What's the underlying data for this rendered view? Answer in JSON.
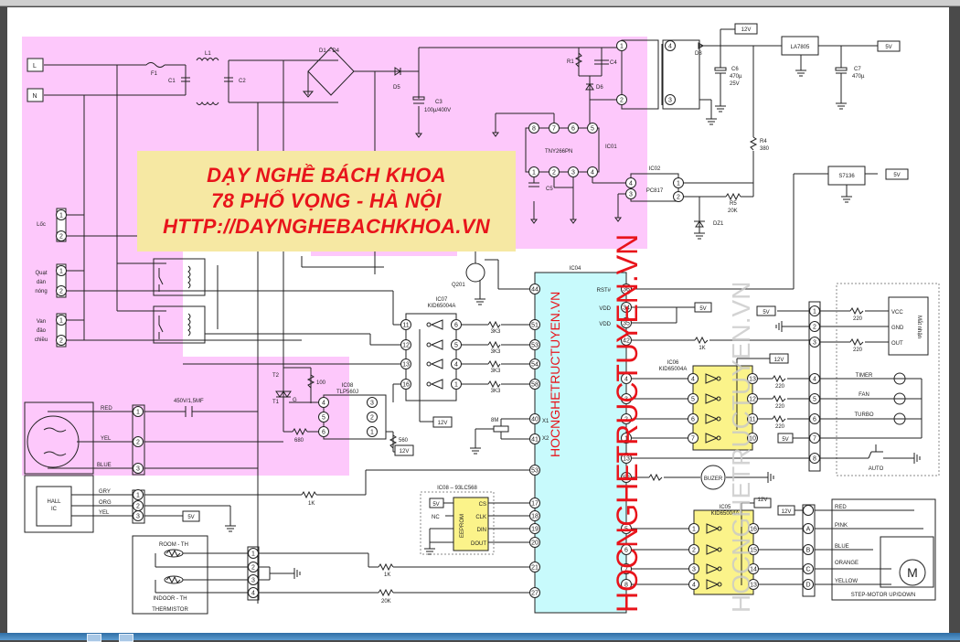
{
  "window": {
    "title": "Air conditioner indoor control board schematic"
  },
  "banner": {
    "line1": "DẠY NGHỀ BÁCH KHOA",
    "line2": "78 PHỐ VỌNG - HÀ NỘI",
    "line3": "HTTP://DAYNGHEBACHKHOA.VN"
  },
  "watermarks": {
    "red_large": "HOCNGHETRUCTUYEN.VN",
    "red_small": "HOCNGHETRUCTUYEN.VN",
    "gray": "HOCNGHETRUCTUYEN.VN"
  },
  "colors": {
    "pink_zone": "#fdc8fb",
    "banner_bg": "#f6e8a3",
    "banner_text": "#e8141b",
    "ic_yellow": "#fbf38a",
    "mcu_cyan": "#c8fafc",
    "wire": "#222222"
  },
  "power": {
    "inputs": [
      "L",
      "N"
    ],
    "fuse": "F1",
    "caps": [
      "C1",
      "C2"
    ],
    "choke": "L1",
    "bridge": "D1 – D4",
    "d5": "D5",
    "c3": "C3",
    "c3_value": "100µ/400V",
    "r1": "R1",
    "c4": "C4",
    "d6": "D6",
    "d8": "D8",
    "c5": "C5",
    "c6": "C6",
    "c6_value1": "470µ",
    "c6_value2": "25V",
    "c7": "C7",
    "c7_value": "470µ",
    "reg": "LA7805",
    "reg_out": "5V",
    "rail12": "12V",
    "r4": "R4",
    "r4_value": "380",
    "r5": "R5",
    "r5_value": "20K",
    "dz1": "DZ1",
    "s7136": "S7136",
    "s7136_out": "5V",
    "ic01_name": "IC01",
    "ic01_part": "TNY266PN",
    "ic01_top_pins": [
      "8",
      "7",
      "6",
      "5"
    ],
    "ic01_bot_pins": [
      "1",
      "2",
      "3",
      "4"
    ],
    "ic02_name": "IC02",
    "ic02_part": "PC817",
    "ic02_pins": [
      "4",
      "3",
      "1",
      "2"
    ],
    "xfmr_pins": [
      "1",
      "2",
      "4",
      "3"
    ]
  },
  "loads": [
    {
      "label_lines": [
        "Lốc"
      ],
      "pins": [
        "1",
        "2"
      ]
    },
    {
      "label_lines": [
        "Quạt",
        "dàn",
        "nóng"
      ],
      "pins": [
        "1",
        "2"
      ]
    },
    {
      "label_lines": [
        "Van",
        "đảo",
        "chiều"
      ],
      "pins": [
        "1",
        "2"
      ]
    }
  ],
  "fan_motor": {
    "wires": [
      "RED",
      "YEL",
      "BLUE"
    ],
    "pins": [
      "1",
      "2",
      "3"
    ],
    "cap": "450V/1,5MF",
    "triac_t2": "T2",
    "triac_t1": "T1",
    "triac_g": "G",
    "r100": "100",
    "r680": "680",
    "r560": "560",
    "ic08_name": "IC08",
    "ic08_part": "TLP560J",
    "ic08_left_pins": [
      "4",
      "5",
      "6"
    ],
    "ic08_right_pins": [
      "3",
      "2",
      "1"
    ],
    "v12": "12V"
  },
  "hall": {
    "label_lines": [
      "HALL",
      "IC"
    ],
    "wires": [
      "GRY",
      "ORG",
      "YEL"
    ],
    "pins": [
      "1",
      "2",
      "3"
    ],
    "r": "1K",
    "v5": "5V"
  },
  "thermistor": {
    "room": "ROOM - TH",
    "indoor": "INDOOR - TH",
    "title": "THERMISTOR",
    "pins": [
      "1",
      "2",
      "3",
      "4"
    ],
    "r1": "1K",
    "r2": "20K"
  },
  "ic07": {
    "name": "IC07",
    "part": "KID65004A",
    "in_pins": [
      "11",
      "12",
      "13",
      "16"
    ],
    "out_pins": [
      "6",
      "5",
      "4",
      "1"
    ],
    "resistors": [
      "3K3",
      "3K3",
      "3K3",
      "3K3"
    ],
    "v12": "12V"
  },
  "q201": "Q201",
  "ic04": {
    "name": "IC04",
    "left_pins": [
      "44",
      "51",
      "53",
      "54",
      "58",
      "40",
      "41",
      "53",
      "17",
      "18",
      "19",
      "20",
      "21",
      "27"
    ],
    "x1": "X1",
    "x2": "X2",
    "crystal": "8M",
    "right_labels": [
      "RST#",
      "VDD",
      "VDD"
    ],
    "right_pins": [
      "36",
      "34",
      "35",
      "42",
      "4",
      "3",
      "2",
      "1",
      "13",
      "52",
      "5",
      "6",
      "7",
      "8"
    ],
    "v5": "5V",
    "r42": "1K"
  },
  "eeprom": {
    "name": "IC08 – 93LC568",
    "chip": "EEPROM",
    "v5": "5V",
    "nc": "NC",
    "pins": [
      "CS",
      "CLK",
      "DIN",
      "DOUT"
    ]
  },
  "ic06": {
    "name": "IC06",
    "part": "KID65004A",
    "in_pins": [
      "4",
      "5",
      "6",
      "7"
    ],
    "out_pins": [
      "13",
      "12",
      "11",
      "10"
    ],
    "resistors": [
      "220",
      "220",
      "220"
    ],
    "v12": "12V",
    "v5": "5V"
  },
  "buzzer": "BUZER",
  "display": {
    "connector_pins": [
      "1",
      "2",
      "3",
      "4",
      "5",
      "6",
      "7",
      "8"
    ],
    "v5": "5V",
    "receiver_label": "Mắt nhận",
    "receiver_pins": [
      "VCC",
      "GND",
      "OUT"
    ],
    "resistors": [
      "220",
      "220"
    ],
    "leds": [
      "TIMER",
      "FAN",
      "TURBO"
    ],
    "button": "AUTO"
  },
  "ic05": {
    "name": "IC05",
    "part": "KID65004A",
    "in_pins": [
      "1",
      "2",
      "3",
      "4"
    ],
    "out_pins": [
      "16",
      "15",
      "14",
      "13"
    ],
    "v12": "12V"
  },
  "stepper": {
    "v12": "12V",
    "pins": [
      "",
      "A",
      "B",
      "C",
      "D"
    ],
    "wires": [
      "RED",
      "PINK",
      "BLUE",
      "ORANGE",
      "YELLOW"
    ],
    "motor": "M",
    "title": "STEP-MOTOR UP/DOWN"
  }
}
